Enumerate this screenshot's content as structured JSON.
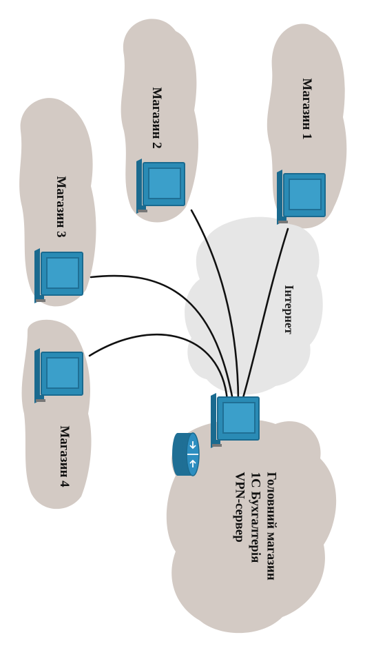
{
  "shops": [
    "Магазин 1",
    "Магазин 2",
    "Магазин 3",
    "Магазин 4"
  ],
  "internet_label": "Інтернет",
  "main_office": {
    "lines": [
      "Головний магазин",
      "1С Бухгалтерія",
      "VPN-сервер"
    ]
  },
  "colors": {
    "cloud": "#d3cac4",
    "internet_cloud": "#e6e6e6",
    "computer": "#2a8bb5",
    "computer_dark": "#1a6a8f",
    "screen": "#3b9fca",
    "router": "#2d8ec0",
    "link": "#111111"
  }
}
